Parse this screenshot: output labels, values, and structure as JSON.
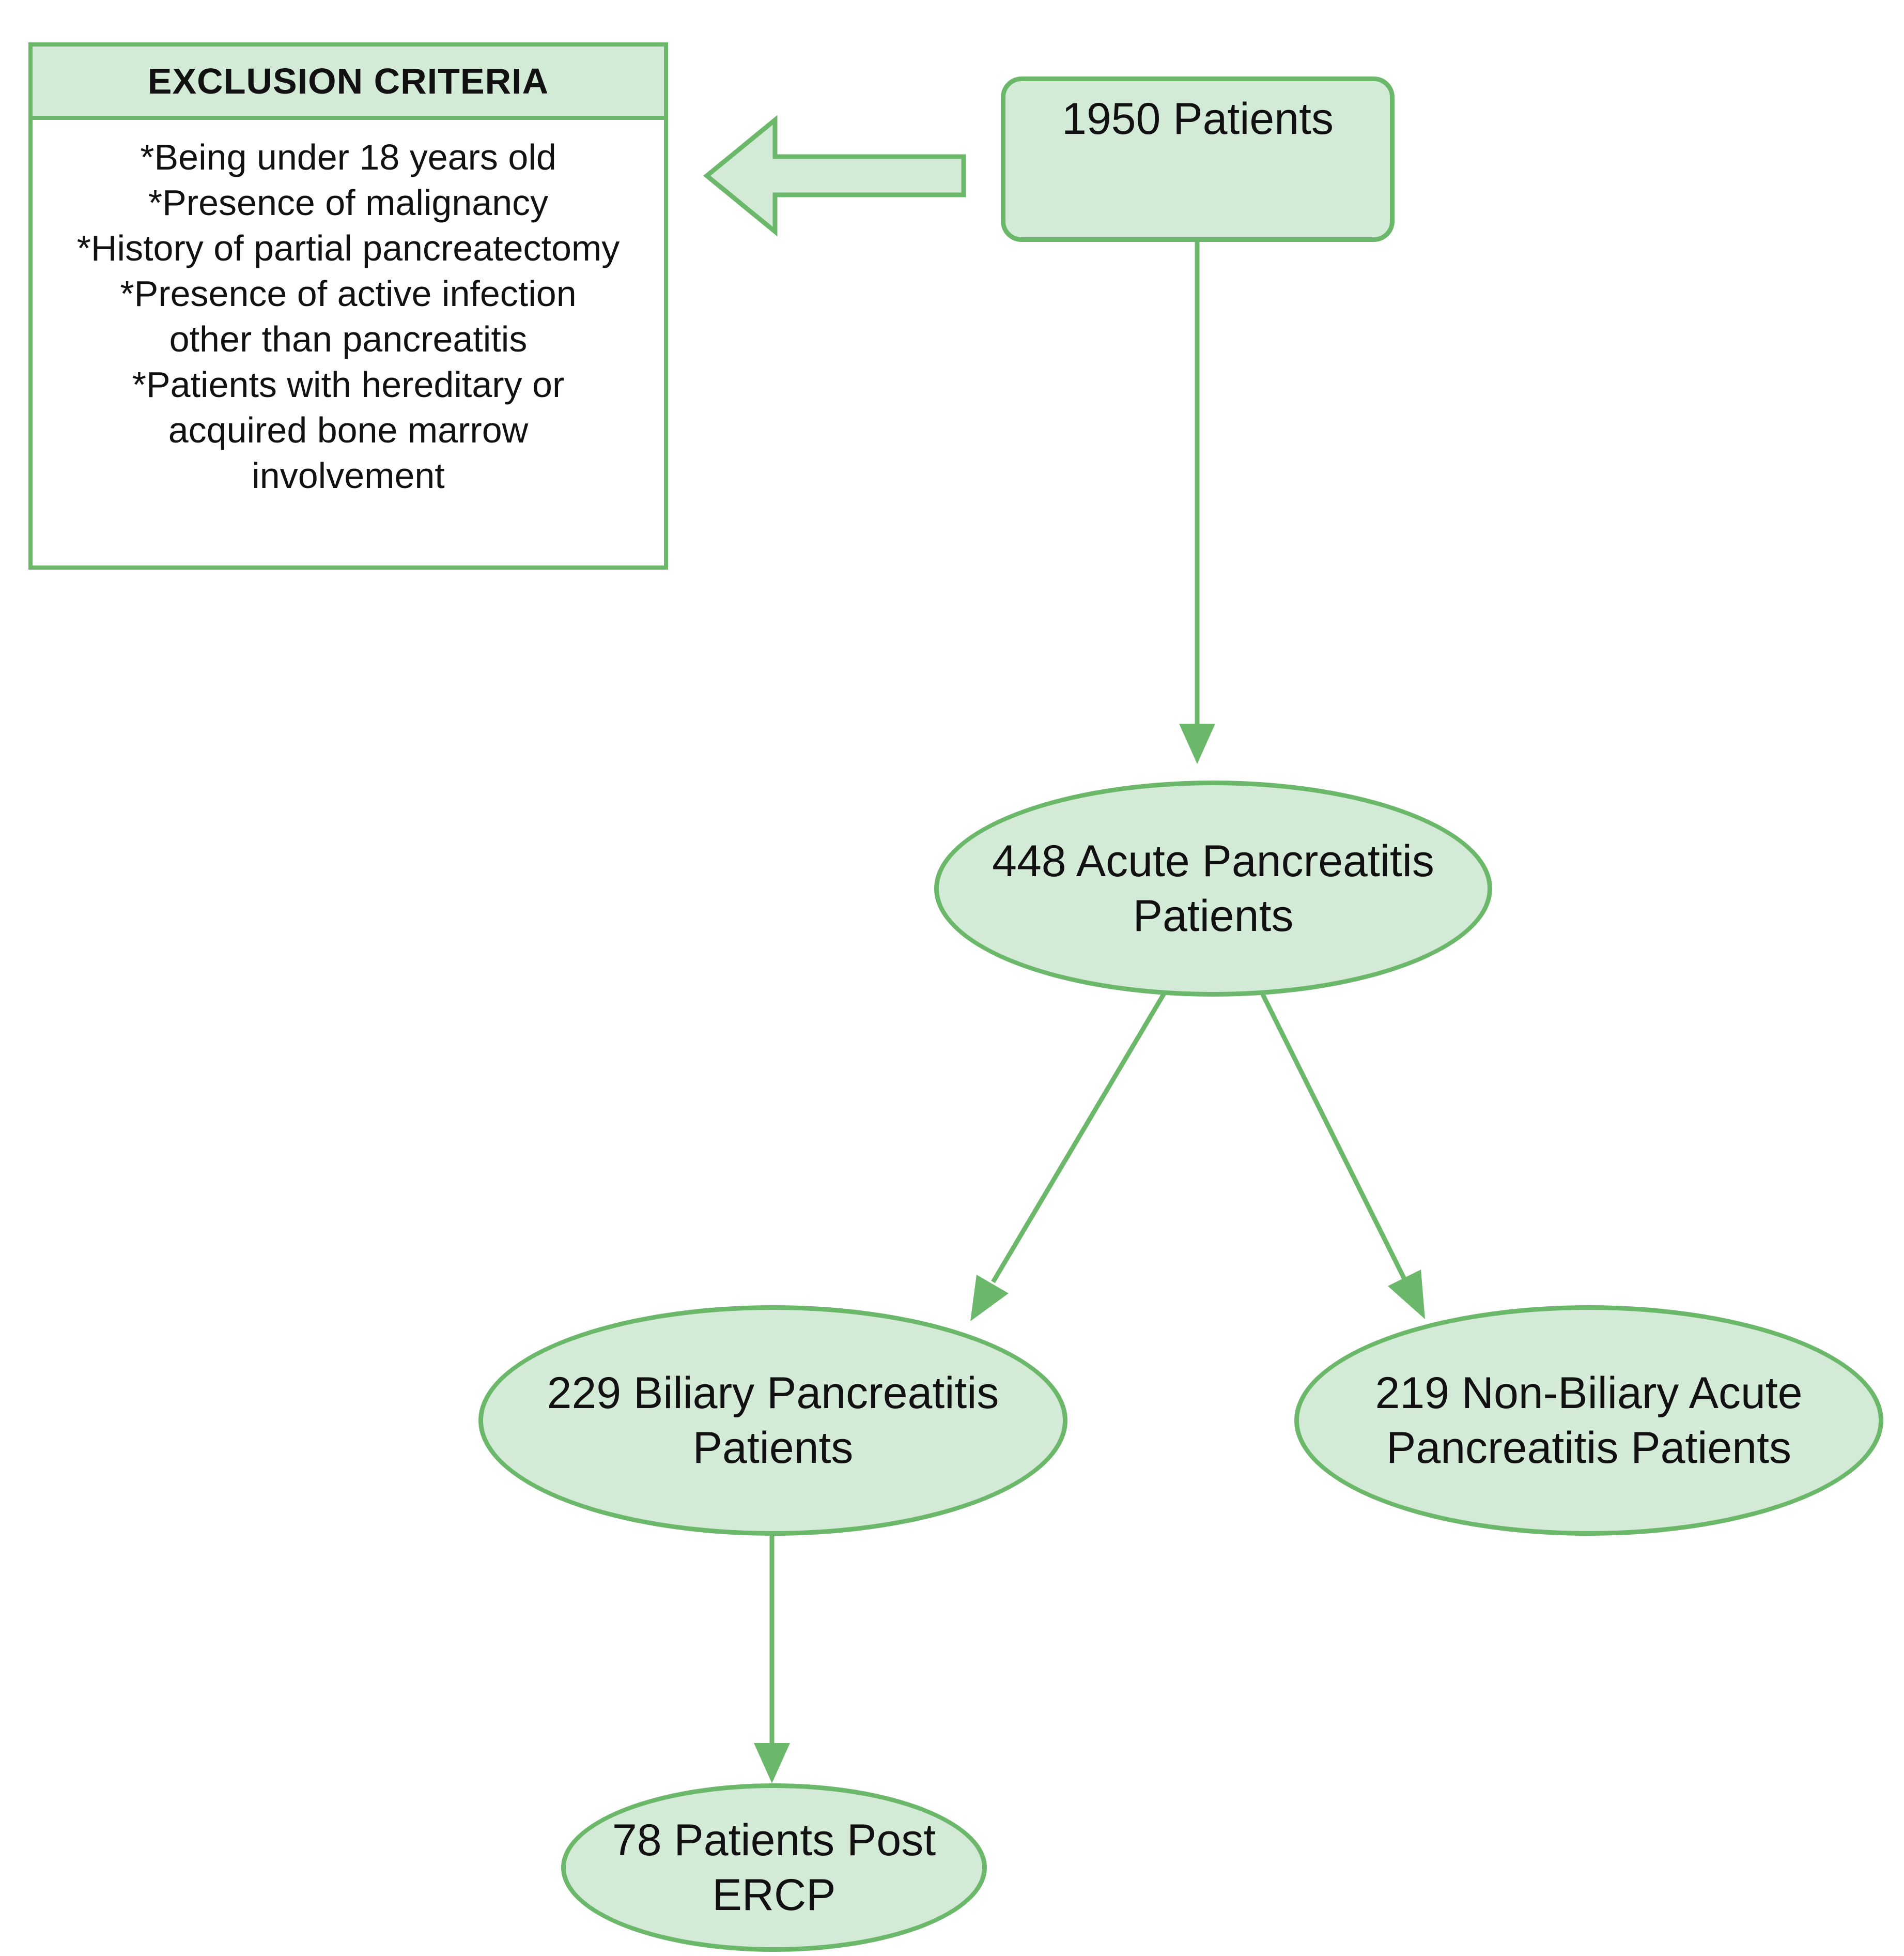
{
  "colors": {
    "node_fill": "#d3ead6",
    "node_border": "#6cb86b",
    "arrow": "#6cb86b"
  },
  "exclusion": {
    "title": "EXCLUSION CRITERIA",
    "items": [
      "*Being under 18 years old",
      "*Presence of malignancy",
      "*History of partial pancreatectomy",
      "*Presence of active infection\nother than pancreatitis",
      "*Patients with hereditary or\nacquired bone marrow\ninvolvement"
    ]
  },
  "nodes": {
    "total": "1950 Patients",
    "acute": "448 Acute Pancreatitis\nPatients",
    "biliary": "229 Biliary Pancreatitis\nPatients",
    "non_biliary": "219 Non-Biliary Acute\nPancreatitis Patients",
    "post_ercp": "78 Patients Post\nERCP"
  },
  "edges": [
    {
      "from": "total",
      "to": "exclusion",
      "style": "block-arrow"
    },
    {
      "from": "total",
      "to": "acute",
      "style": "arrow"
    },
    {
      "from": "acute",
      "to": "biliary",
      "style": "arrow"
    },
    {
      "from": "acute",
      "to": "non_biliary",
      "style": "arrow"
    },
    {
      "from": "biliary",
      "to": "post_ercp",
      "style": "arrow"
    }
  ]
}
